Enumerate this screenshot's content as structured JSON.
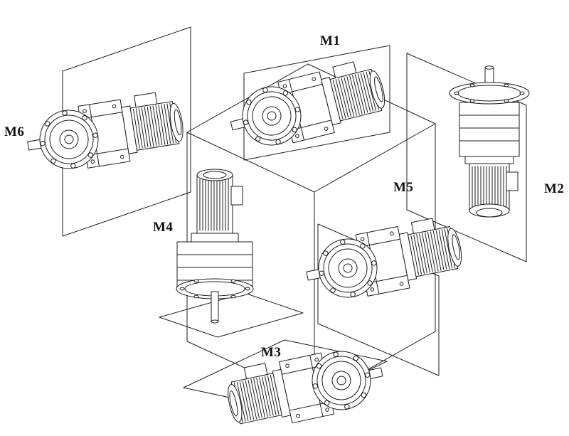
{
  "labels": {
    "m1": "M1",
    "m2": "M2",
    "m3": "M3",
    "m4": "M4",
    "m5": "M5",
    "m6": "M6"
  },
  "colors": {
    "line": "#1c1c1c",
    "background": "#ffffff"
  }
}
